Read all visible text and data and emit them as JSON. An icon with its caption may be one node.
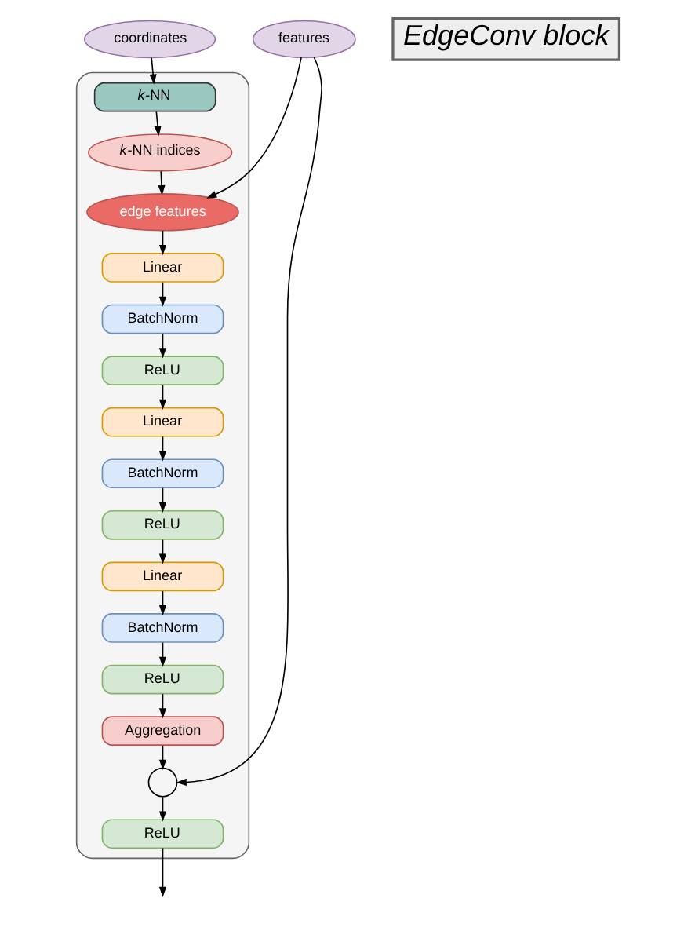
{
  "diagram": {
    "nodes": [
      {
        "text": [
          "coordinates"
        ]
      },
      {
        "text": [
          "features"
        ]
      },
      {
        "text": [
          "*EdgeConv block*"
        ]
      },
      {
        "text": [],
        "shape": "box"
      },
      {
        "text": [
          "*k*-NN"
        ],
        "in": 3
      },
      {
        "text": [
          "*k*-NN indices"
        ],
        "in": 3
      },
      {
        "text": [
          "edge features"
        ],
        "in": 3
      },
      {
        "text": [
          "Linear"
        ],
        "in": 3
      },
      {
        "text": [
          "BatchNorm"
        ],
        "in": 3
      },
      {
        "text": [
          "ReLU"
        ],
        "in": 3
      },
      {
        "text": [
          "Linear"
        ],
        "in": 3
      },
      {
        "text": [
          "BatchNorm"
        ],
        "in": 3
      },
      {
        "text": [
          "ReLU"
        ],
        "in": 3
      },
      {
        "text": [
          "Linear"
        ],
        "in": 3
      },
      {
        "text": [
          "BatchNorm"
        ],
        "in": 3
      },
      {
        "text": [
          "ReLU"
        ],
        "in": 3
      },
      {
        "text": [
          "Aggregation"
        ],
        "in": 3
      },
      {
        "text": [],
        "shape": "circle",
        "in": 3
      },
      {
        "text": [
          "ReLU"
        ],
        "in": 3
      }
    ],
    "edges": [
      {
        "from": 0,
        "to": 4,
        "arrow": "to"
      },
      {
        "from": 4,
        "to": 5,
        "arrow": "to"
      },
      {
        "from": 5,
        "to": 6,
        "arrow": "to"
      },
      {
        "from": 1,
        "to": 6,
        "arrow": "to"
      },
      {
        "from": 6,
        "to": 7,
        "arrow": "to"
      },
      {
        "from": 7,
        "to": 8,
        "arrow": "to"
      },
      {
        "from": 8,
        "to": 9,
        "arrow": "to"
      },
      {
        "from": 9,
        "to": 10,
        "arrow": "to"
      },
      {
        "from": 10,
        "to": 11,
        "arrow": "to"
      },
      {
        "from": 11,
        "to": 12,
        "arrow": "to"
      },
      {
        "from": 12,
        "to": 13,
        "arrow": "to"
      },
      {
        "from": 13,
        "to": 14,
        "arrow": "to"
      },
      {
        "from": 14,
        "to": 15,
        "arrow": "to"
      },
      {
        "from": 15,
        "to": 16,
        "arrow": "to"
      },
      {
        "from": 16,
        "to": 17,
        "arrow": "to"
      },
      {
        "from": 1,
        "to": 17,
        "arrow": "to"
      },
      {
        "from": 17,
        "to": 18,
        "arrow": "to"
      },
      {
        "from": 18,
        "to": null,
        "arrow": "to"
      }
    ]
  }
}
